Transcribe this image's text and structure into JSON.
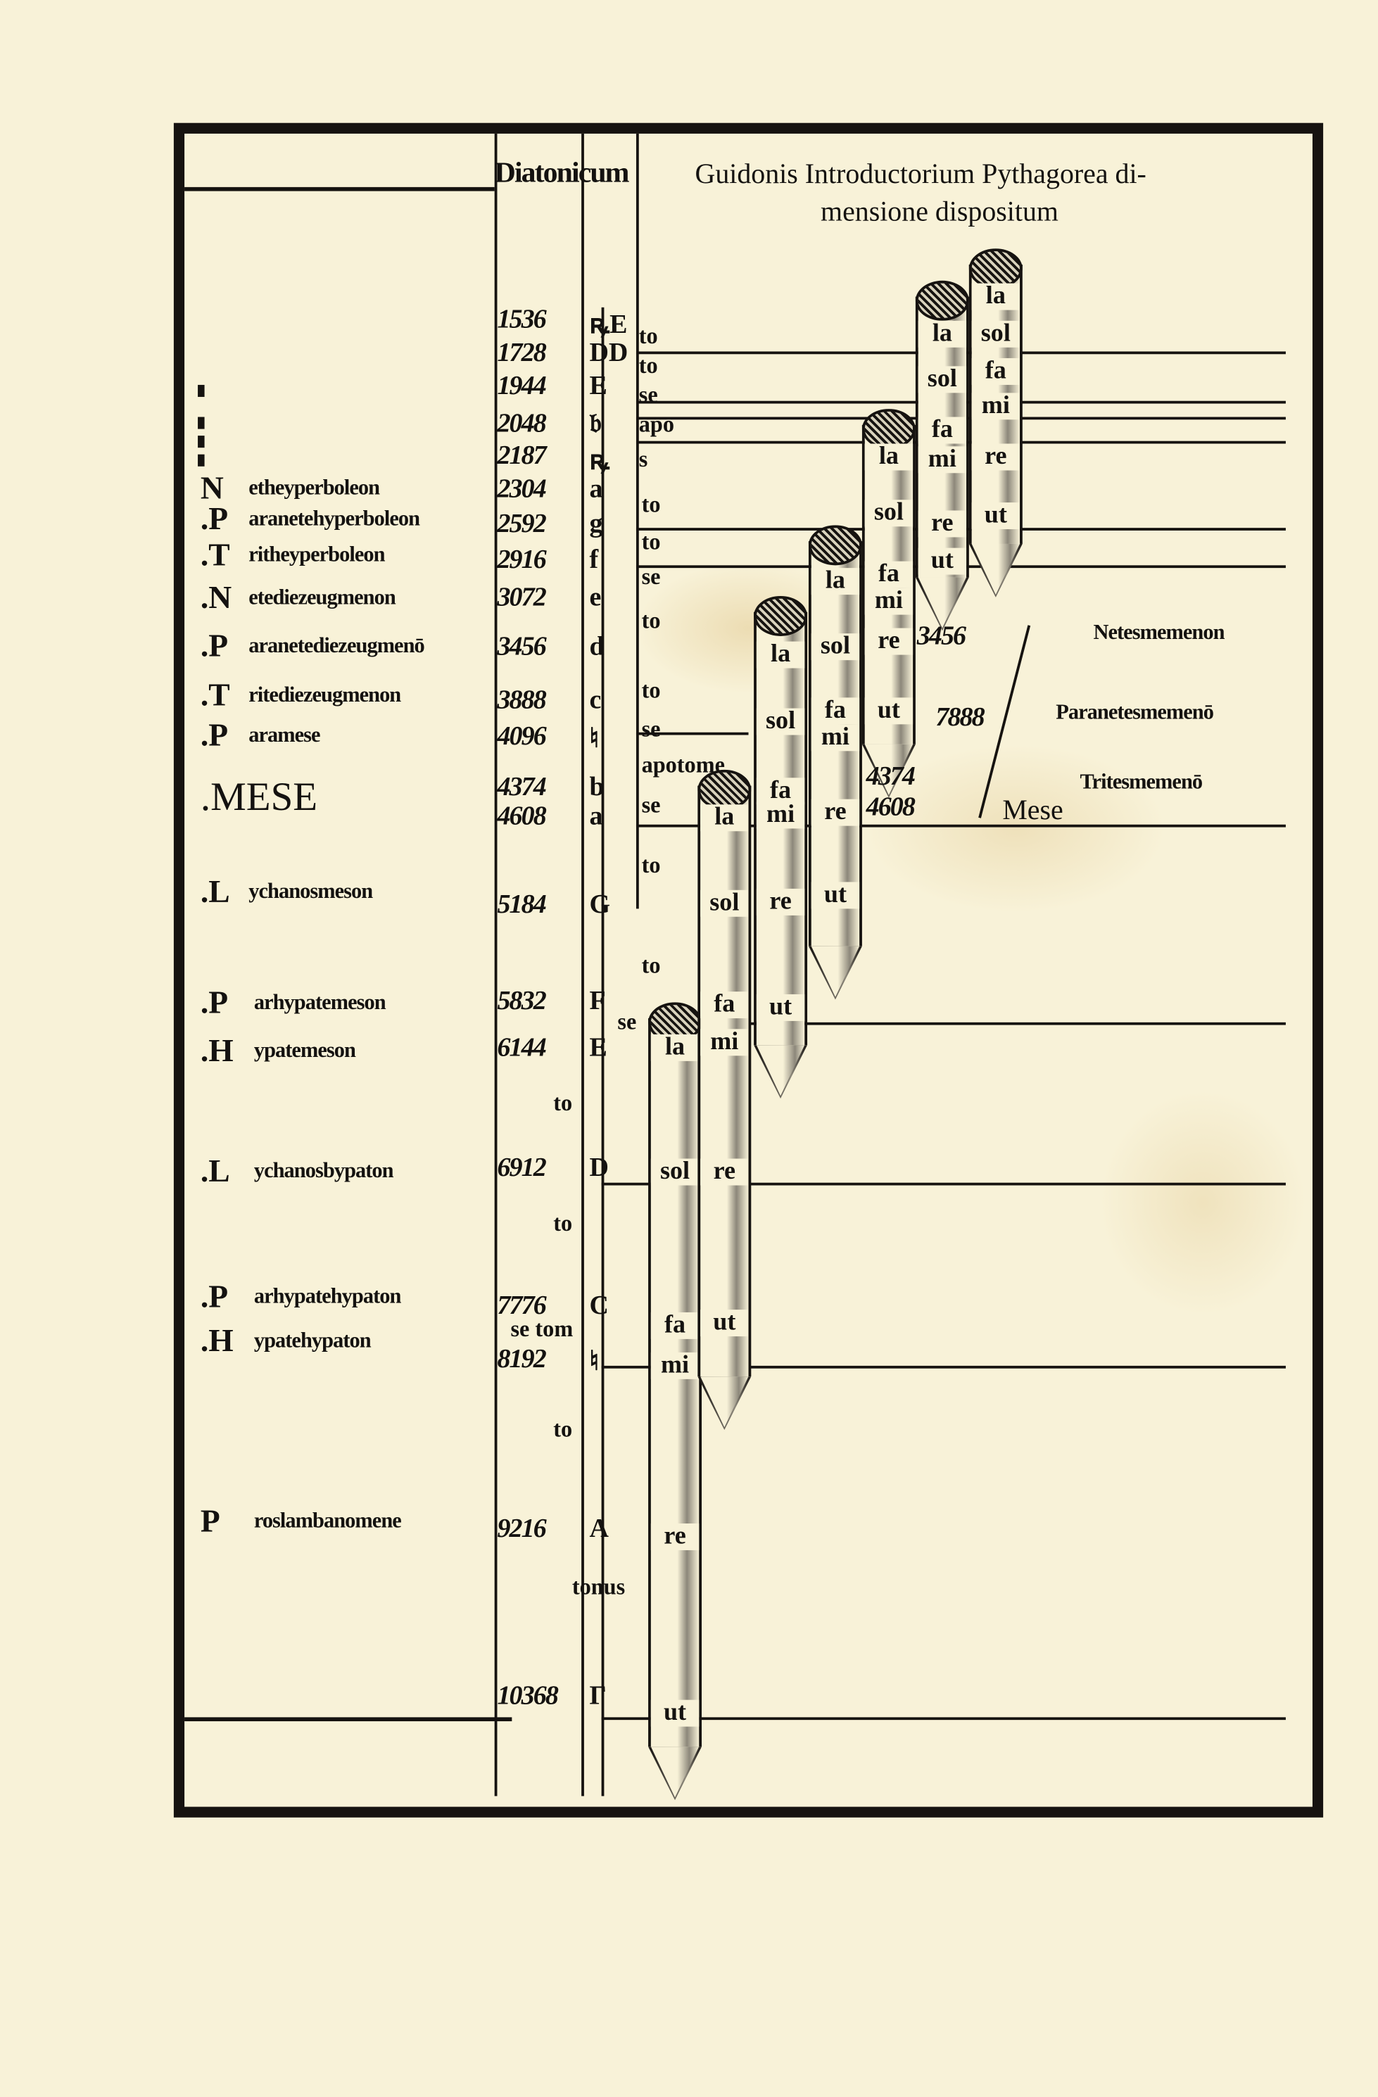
{
  "header": {
    "column_title": "Diatonicum",
    "title_line1": "Guidonis Introductorium Pythagorea di-",
    "title_line2": "mensione dispositum"
  },
  "names": [
    {
      "initial": "N",
      "rest": "etheyperboleon"
    },
    {
      "initial": ".P",
      "rest": "aranetehyperboleon"
    },
    {
      "initial": ".T",
      "rest": "ritheyperboleon"
    },
    {
      "initial": ".N",
      "rest": "etediezeugmenon"
    },
    {
      "initial": ".P",
      "rest": "aranetediezeugmenō"
    },
    {
      "initial": ".T",
      "rest": "ritediezeugmenon"
    },
    {
      "initial": ".P",
      "rest": "aramese"
    },
    {
      "initial": ".MESE",
      "rest": ""
    },
    {
      "initial": ".L",
      "rest": "ychanosmeson"
    },
    {
      "initial": ".P",
      "rest": "arhypatemeson"
    },
    {
      "initial": ".H",
      "rest": "ypatemeson"
    },
    {
      "initial": ".L",
      "rest": "ychanosbypaton"
    },
    {
      "initial": ".P",
      "rest": "arhypatehypaton"
    },
    {
      "initial": ".H",
      "rest": "ypatehypaton"
    },
    {
      "initial": "P",
      "rest": "roslambanomene"
    }
  ],
  "numbers": [
    "1536",
    "1728",
    "1944",
    "2048",
    "2187",
    "2304",
    "2592",
    "2916",
    "3072",
    "3456",
    "3888",
    "4096",
    "4374",
    "4608",
    "5184",
    "5832",
    "6144",
    "6912",
    "7776",
    "8192",
    "9216",
    "10368"
  ],
  "letters": [
    "ꝶE",
    "DD",
    "E",
    "𝔟",
    "ꝶ",
    "a",
    "g",
    "f",
    "e",
    "d",
    "c",
    "♮",
    "b",
    "a",
    "G",
    "F",
    "E",
    "D",
    "C",
    "♮",
    "A",
    "Γ"
  ],
  "intervals": [
    "to",
    "to",
    "se",
    "apo",
    "s",
    "to",
    "to",
    "se",
    "to",
    "to",
    "se",
    "apotome",
    "se",
    "to",
    "to",
    "se",
    "to",
    "to",
    "se tom",
    "to",
    "tonus"
  ],
  "pillars": [
    [
      "la",
      "sol",
      "fa",
      "mi",
      "re",
      "ut"
    ],
    [
      "la",
      "sol",
      "fa",
      "mi",
      "re",
      "ut"
    ],
    [
      "la",
      "sol",
      "fa",
      "mi",
      "re",
      "ut"
    ],
    [
      "la",
      "sol",
      "fa",
      "mi",
      "re",
      "ut"
    ],
    [
      "la",
      "sol",
      "fa",
      "mi",
      "re",
      "ut"
    ],
    [
      "la",
      "sol",
      "fa",
      "mi",
      "re",
      "ut"
    ],
    [
      "la",
      "sol",
      "fa",
      "mi",
      "re",
      "ut"
    ]
  ],
  "synemmenon": {
    "numbers": [
      "3456",
      "7888",
      "4374",
      "4608"
    ],
    "names": [
      "Netesmemenon",
      "Paranetesmemenō",
      "Tritesmemenō",
      "Mese"
    ]
  }
}
